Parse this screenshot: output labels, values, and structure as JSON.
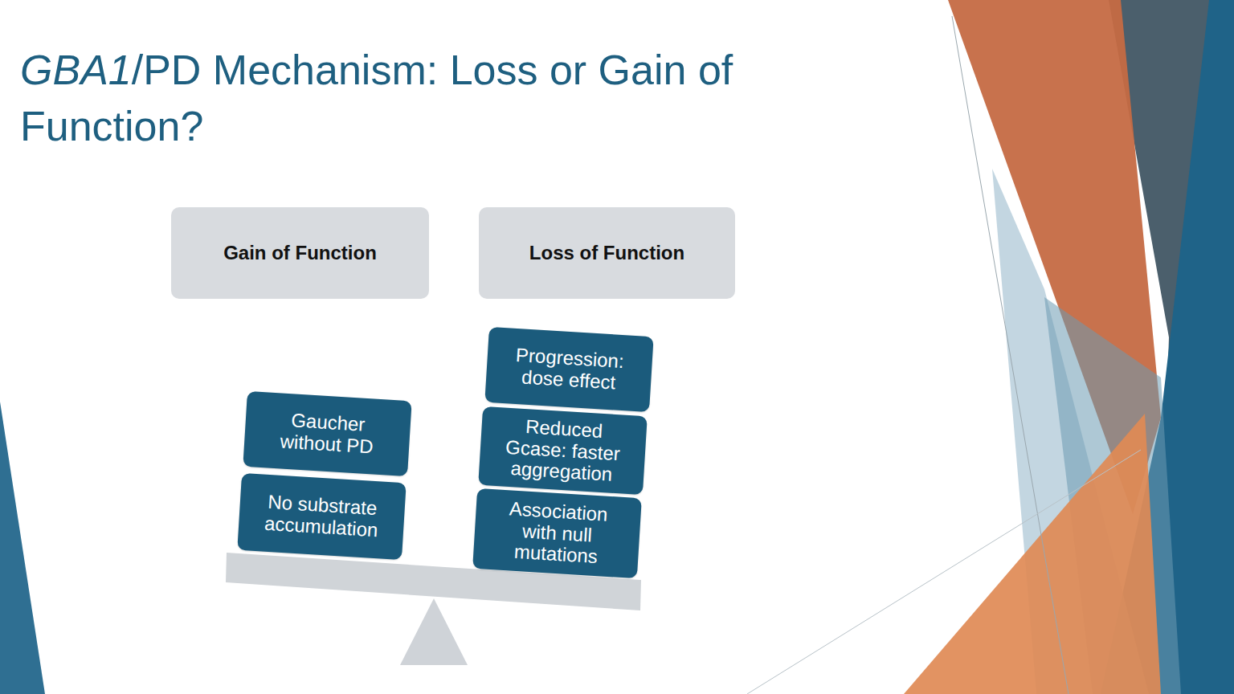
{
  "diagram": {
    "title": "GBA1/PD Mechanism: Loss or Gain of Function?",
    "nodes": [
      {
        "text": [
          "Gain of Function"
        ]
      },
      {
        "text": [
          "Loss of Function"
        ]
      },
      {
        "text": [
          "Gaucher without PD"
        ]
      },
      {
        "text": [
          "No substrate accumulation"
        ]
      },
      {
        "text": [
          "Progression: dose effect"
        ]
      },
      {
        "text": [
          "Reduced Gcase: faster aggregation"
        ]
      },
      {
        "text": [
          "Association with null mutations"
        ]
      }
    ]
  }
}
